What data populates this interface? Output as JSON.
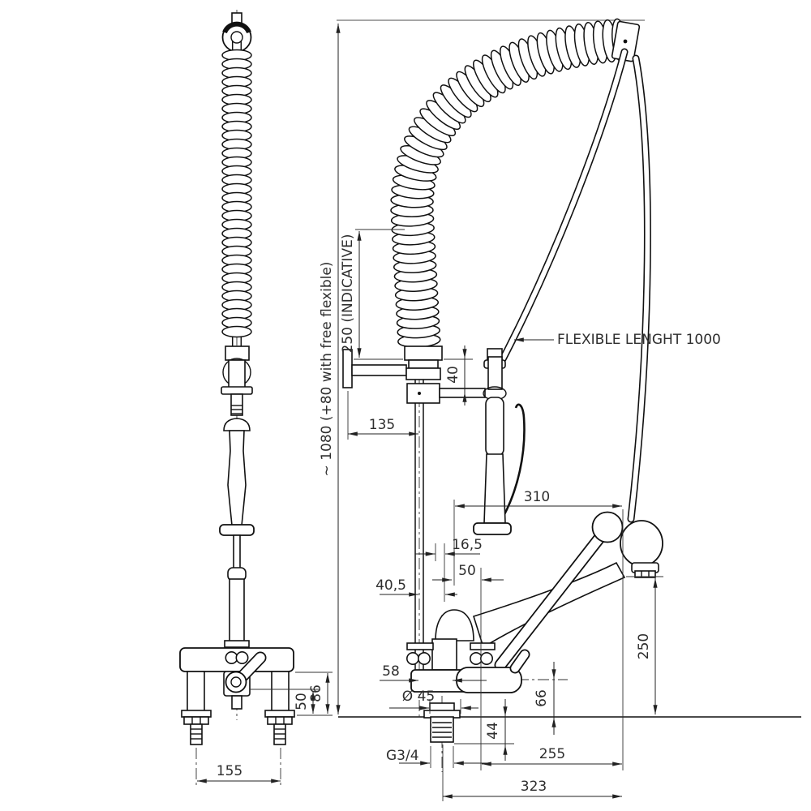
{
  "drawing": {
    "annotations": {
      "flexible_length": "FLEXIBLE LENGHT 1000",
      "total_height": "~ 1080 (+80 with free flexible)",
      "indicative_height": "250 (INDICATIVE)"
    },
    "front_view": {
      "spacing_155": "155",
      "height_50": "50",
      "height_86": "86"
    },
    "side_view": {
      "bracket_offset_135": "135",
      "rod_gap_40": "40",
      "reach_310": "310",
      "offset_16_5": "16,5",
      "offset_50": "50",
      "offset_40_5": "40,5",
      "body_58": "58",
      "flange_dia_45": "Ø 45",
      "thread_g34": "G3/4",
      "depth_44": "44",
      "height_66": "66",
      "outlet_height_250": "250",
      "reach_255": "255",
      "reach_323": "323"
    }
  }
}
